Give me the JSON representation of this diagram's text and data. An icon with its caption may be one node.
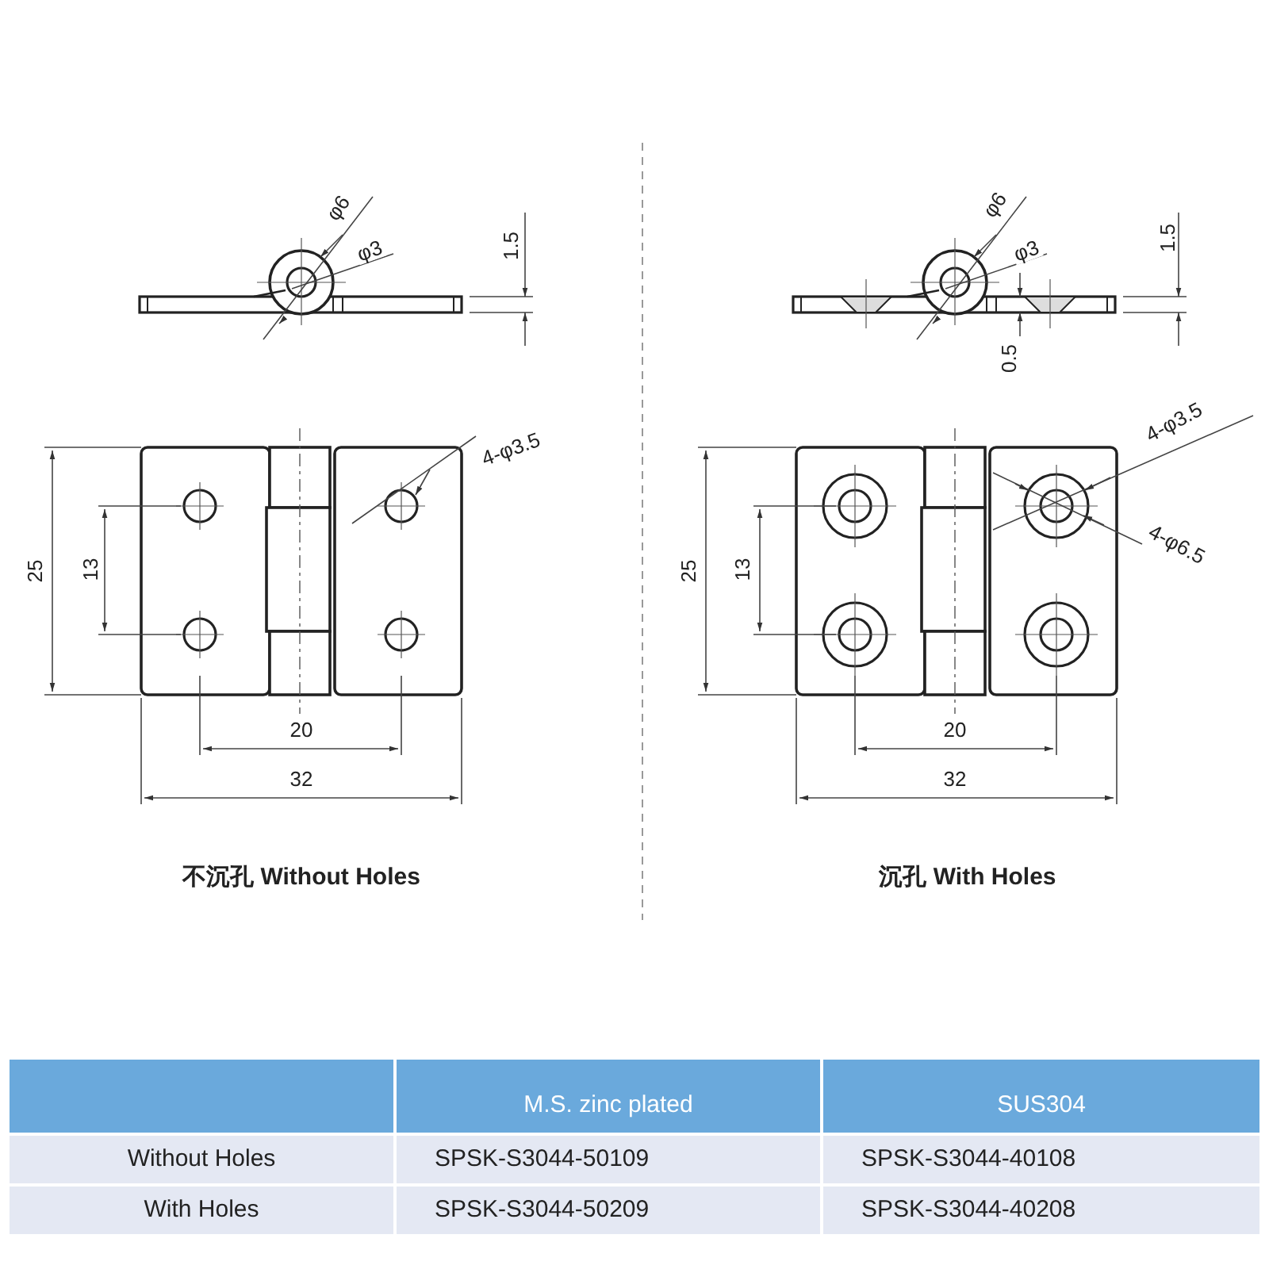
{
  "diagram": {
    "labels": [
      "φ6",
      "φ3",
      "1.5",
      "φ6",
      "φ3",
      "1.5",
      "0.5",
      "4-φ3.5",
      "25",
      "13",
      "20",
      "32",
      "4-φ3.5",
      "4-φ6.5",
      "25",
      "13",
      "20",
      "32",
      "不沉孔 Without Holes",
      "沉孔 With Holes",
      "M.S. zinc plated",
      "SUS304",
      "Without Holes",
      "SPSK-S3044-50109",
      "SPSK-S3044-40108",
      "With Holes",
      "SPSK-S3044-50209",
      "SPSK-S3044-40208"
    ]
  }
}
